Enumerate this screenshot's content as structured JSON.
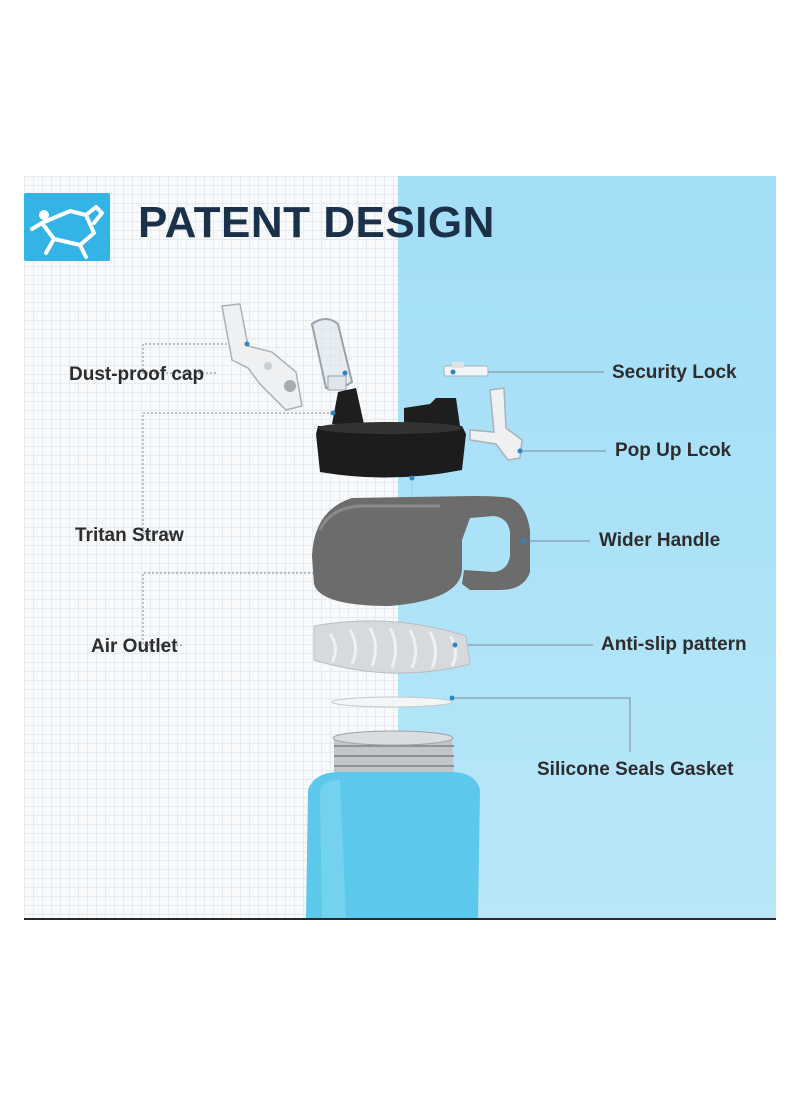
{
  "header": {
    "title": "PATENT DESIGN",
    "logo_icon": "bottle-icon"
  },
  "labels": {
    "dust_proof_cap": "Dust-proof cap",
    "tritan_straw": "Tritan Straw",
    "air_outlet": "Air Outlet",
    "security_lock": "Security Lock",
    "pop_up_lock": "Pop Up Lcok",
    "wider_handle": "Wider Handle",
    "anti_slip_pattern": "Anti-slip pattern",
    "silicone_seals_gasket": "Silicone Seals Gasket"
  },
  "colors": {
    "accent_blue": "#34b3e6",
    "title_navy": "#1a3149",
    "panel_blue": "#a3def7",
    "lid_black": "#1e1e1e",
    "handle_gray": "#6a6a6a",
    "bottle_blue": "#5cc9ec"
  }
}
